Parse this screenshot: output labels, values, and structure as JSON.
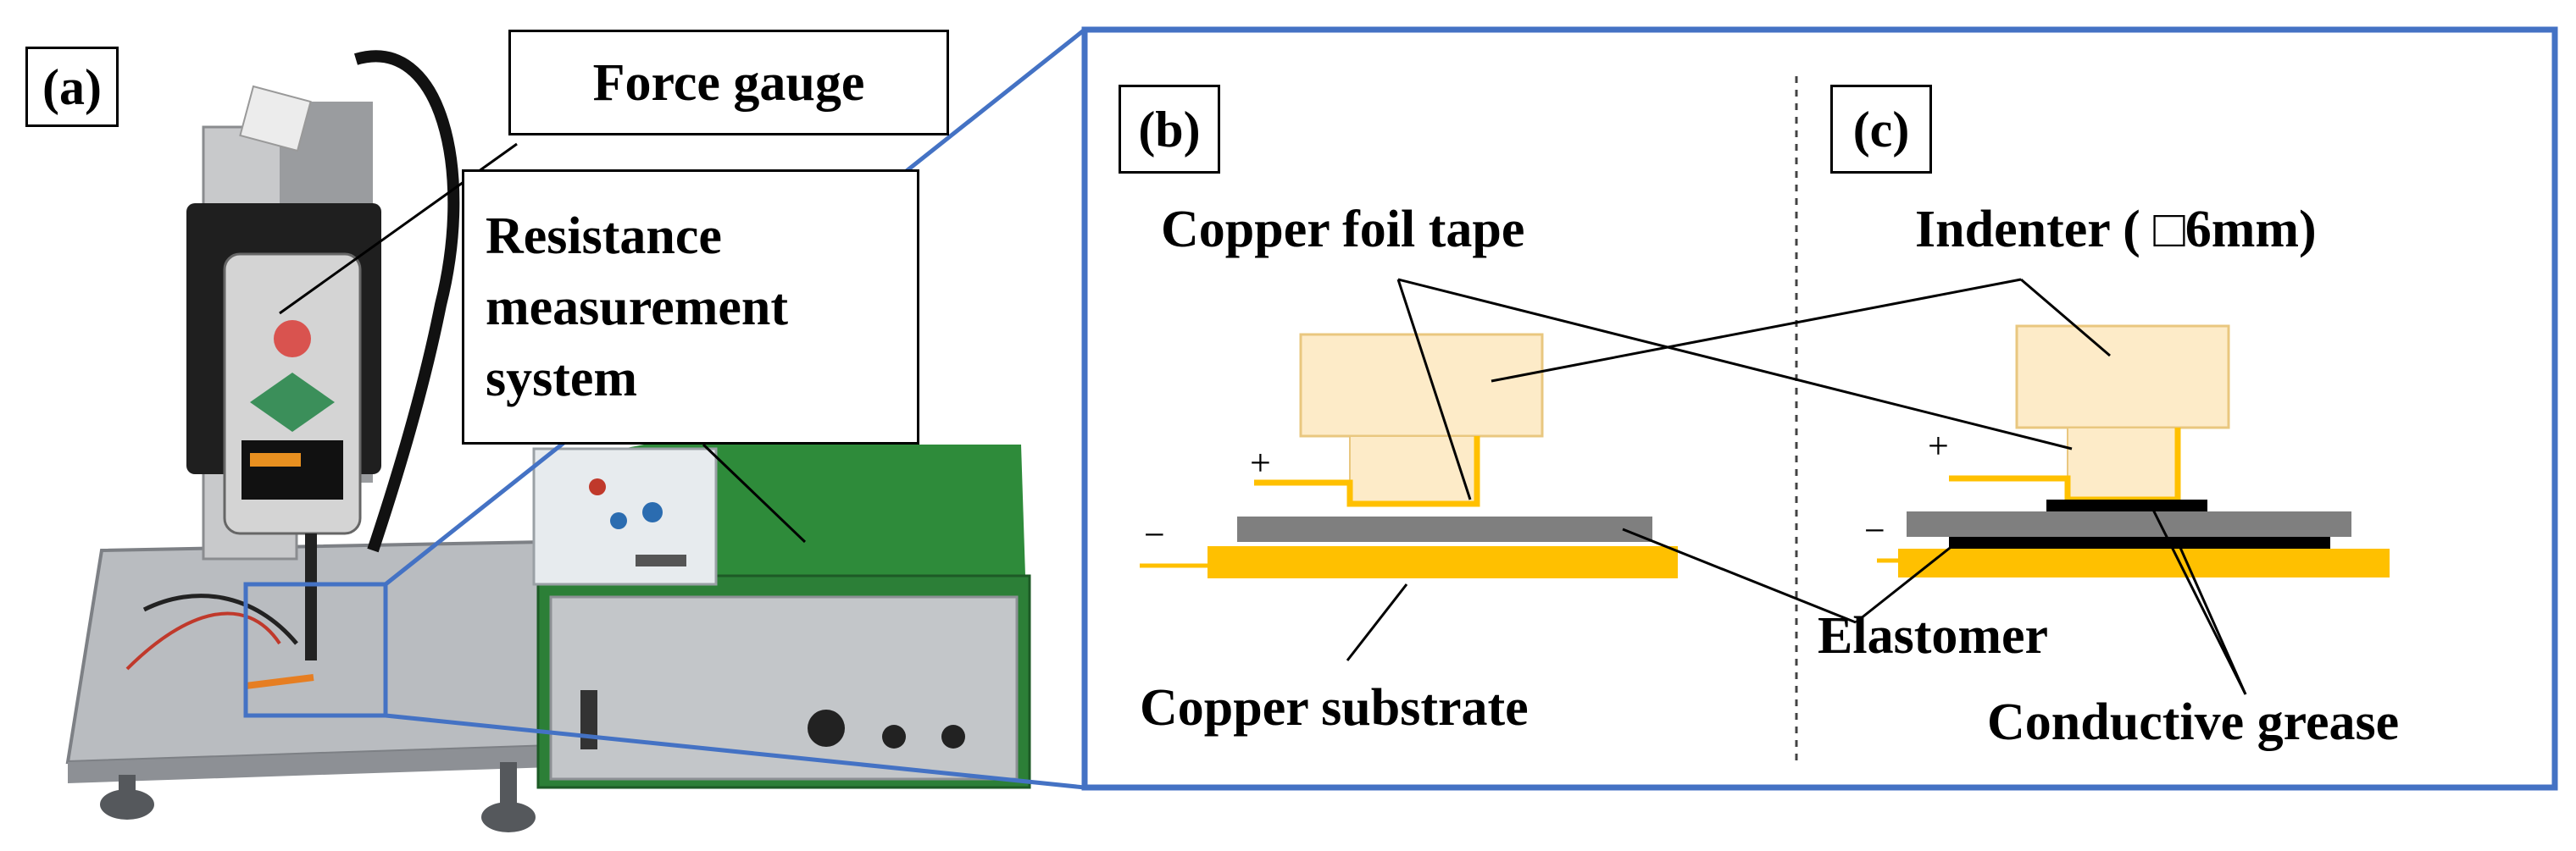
{
  "panels": {
    "a": {
      "label": "(a)"
    },
    "b": {
      "label": "(b)"
    },
    "c": {
      "label": "(c)"
    }
  },
  "photo_labels": {
    "force_gauge": "Force gauge",
    "resistance_line1": "Resistance",
    "resistance_line2": "measurement",
    "resistance_line3": "system"
  },
  "diagram_labels": {
    "copper_foil_tape": "Copper foil tape",
    "indenter": "Indenter ( □6mm)",
    "copper_substrate": "Copper substrate",
    "elastomer": "Elastomer",
    "conductive_grease": "Conductive grease",
    "plus_b": "+",
    "minus_b": "−",
    "plus_c": "+",
    "minus_c": "−"
  },
  "colors": {
    "frame_blue": "#4472c4",
    "copper_yellow": "#ffc000",
    "indenter_fill": "#fdebc8",
    "indenter_stroke": "#e9c77f",
    "elastomer_gray": "#7f7f7f",
    "grease_black": "#000000",
    "cabinet_green": "#2e8b3a"
  }
}
